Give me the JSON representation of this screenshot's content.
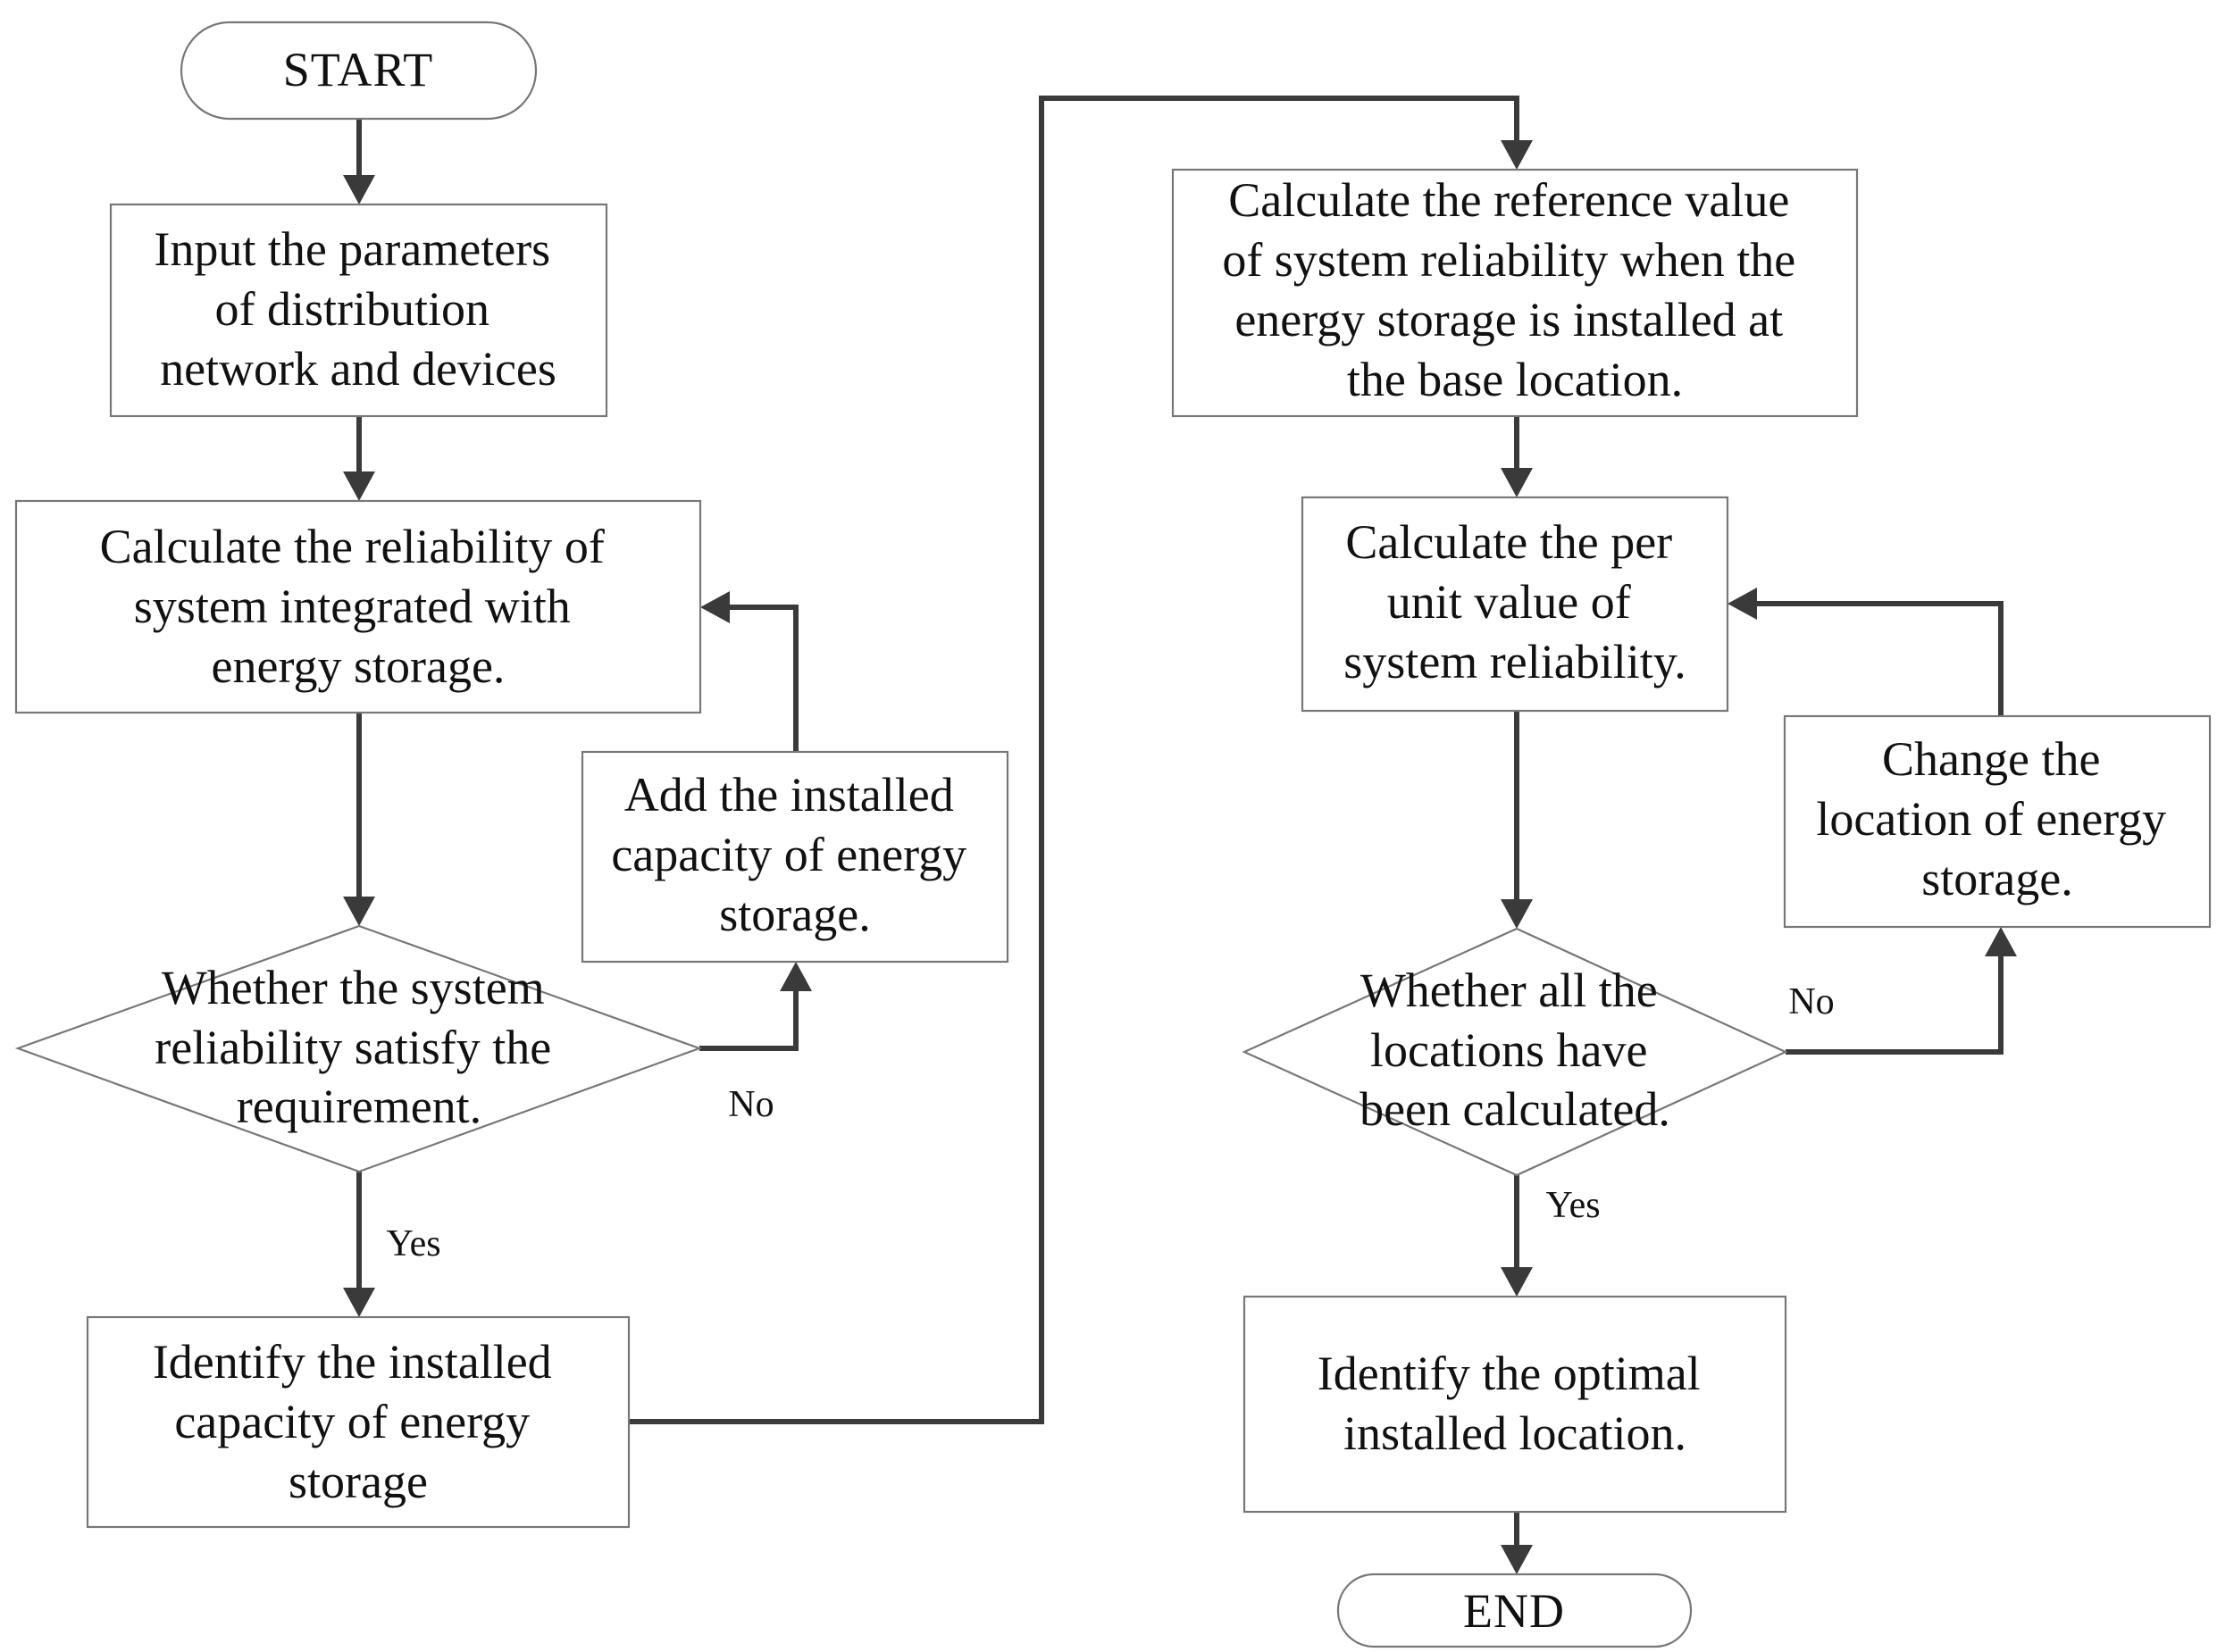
{
  "start": "START",
  "end": "END",
  "steps": {
    "input": [
      "Input the parameters",
      "of distribution",
      "network and devices"
    ],
    "calc_reliability": [
      "Calculate the reliability of",
      "system integrated with",
      "energy storage."
    ],
    "add_capacity": [
      "Add the installed",
      "capacity of energy",
      "storage."
    ],
    "check_requirement": [
      "Whether the system",
      "reliability satisfy the",
      "requirement."
    ],
    "identify_capacity": [
      "Identify the installed",
      "capacity of energy",
      "storage"
    ],
    "calc_reference": [
      "Calculate the reference value",
      "of system reliability when the",
      "energy storage is installed at",
      "the base location."
    ],
    "calc_per_unit": [
      "Calculate the per",
      "unit value of",
      "system reliability."
    ],
    "change_location": [
      "Change the",
      "location of energy",
      "storage."
    ],
    "check_locations": [
      "Whether all the",
      "locations have",
      "been calculated."
    ],
    "identify_location": [
      "Identify the optimal",
      "installed location."
    ]
  },
  "branch_labels": {
    "no_left": "No",
    "yes_left": "Yes",
    "no_right": "No",
    "yes_right": "Yes"
  }
}
